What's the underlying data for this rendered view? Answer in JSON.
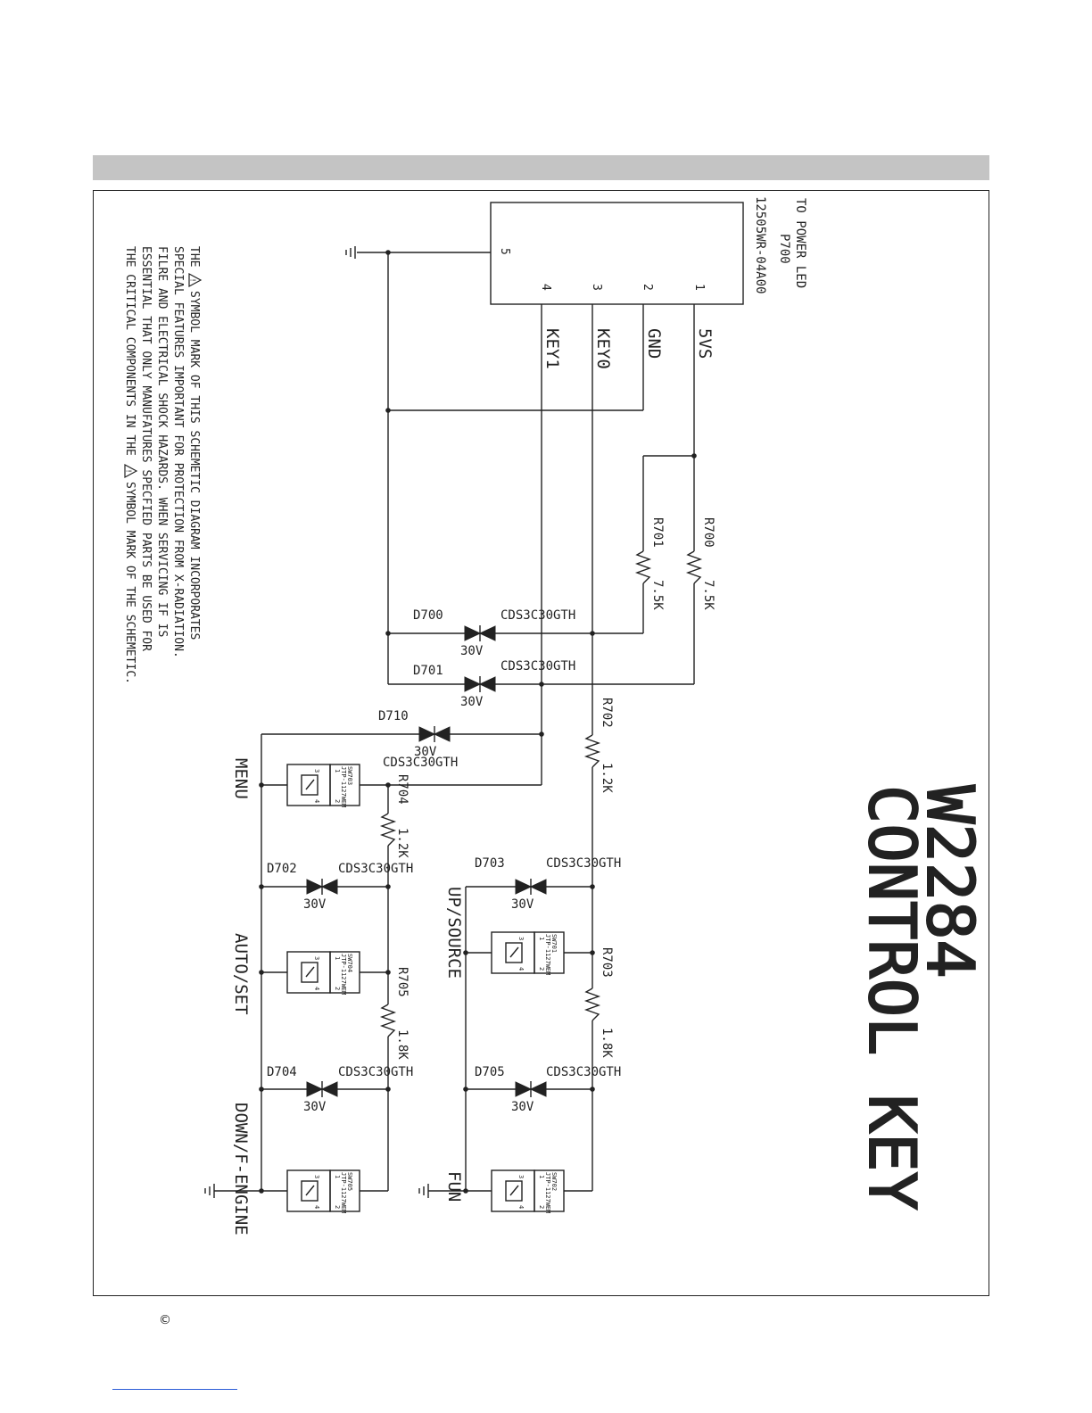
{
  "title": {
    "model": "W2284",
    "section": "CONTROL KEY"
  },
  "connector": {
    "dest": "TO POWER LED",
    "ref": "P700",
    "part": "12505WR-04A00",
    "pins": [
      "1",
      "2",
      "3",
      "4",
      "5"
    ],
    "nets": [
      "5VS",
      "GND",
      "KEY0",
      "KEY1"
    ]
  },
  "resistors": [
    {
      "ref": "R700",
      "value": "7.5K"
    },
    {
      "ref": "R701",
      "value": "7.5K"
    },
    {
      "ref": "R702",
      "value": "1.2K"
    },
    {
      "ref": "R703",
      "value": "1.8K"
    },
    {
      "ref": "R704",
      "value": "1.2K"
    },
    {
      "ref": "R705",
      "value": "1.8K"
    }
  ],
  "diodes": [
    {
      "ref": "D700",
      "part": "CDS3C30GTH",
      "value": "30V"
    },
    {
      "ref": "D701",
      "part": "CDS3C30GTH",
      "value": "30V"
    },
    {
      "ref": "D710",
      "part": "CDS3C30GTH",
      "value": "30V"
    },
    {
      "ref": "D702",
      "part": "CDS3C30GTH",
      "value": "30V"
    },
    {
      "ref": "D703",
      "part": "CDS3C30GTH",
      "value": "30V"
    },
    {
      "ref": "D704",
      "part": "CDS3C30GTH",
      "value": "30V"
    },
    {
      "ref": "D705",
      "part": "CDS3C30GTH",
      "value": "30V"
    }
  ],
  "switches": [
    {
      "ref": "SW703",
      "part": "JTP-1127WEM",
      "label": "MENU"
    },
    {
      "ref": "SW704",
      "part": "JTP-1127WEM",
      "label": "AUTO/SET"
    },
    {
      "ref": "SW705",
      "part": "JTP-1127WEM",
      "label": "DOWN/F-ENGINE"
    },
    {
      "ref": "SW701",
      "part": "JTP-1127WEM",
      "label": "UP/SOURCE"
    },
    {
      "ref": "SW702",
      "part": "JTP-1127WEM",
      "label": "FUN"
    }
  ],
  "switch_pins": [
    "1",
    "2",
    "3",
    "4"
  ],
  "notes": {
    "line1_pre": "THE",
    "line1_post": "SYMBOL MARK OF THIS SCHEMETIC DIAGRAM INCORPORATES",
    "line2": "SPECIAL FEATURES IMPORTANT FOR PROTECTION FROM X-RADIATION.",
    "line3": "FILRE AND ELECTRICAL SHOCK HAZARDS. WHEN SERVICING IF IS",
    "line4": "ESSENTIAL THAT ONLY MANUFATURES SPECFIED PARTS BE USED FOR",
    "line5_pre": "THE CRITICAL COMPONENTS IN THE",
    "line5_post": "SYMBOL MARK OF THE SCHEMETIC."
  },
  "footer": {
    "copyright": "©"
  }
}
